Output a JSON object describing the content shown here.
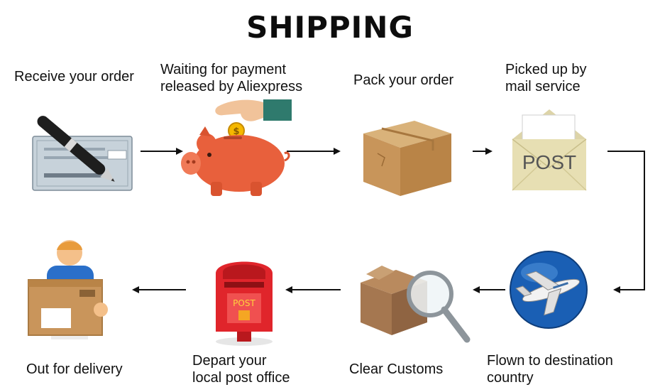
{
  "title": "SHIPPING",
  "steps": [
    {
      "label_lines": [
        "Receive your order"
      ],
      "icon": "check-pen-icon"
    },
    {
      "label_lines": [
        "Waiting for payment",
        "released by Aliexpress"
      ],
      "icon": "piggy-bank-icon"
    },
    {
      "label_lines": [
        "Pack your order"
      ],
      "icon": "cardboard-box-icon"
    },
    {
      "label_lines": [
        "Picked up by",
        "mail service"
      ],
      "icon": "post-envelope-icon",
      "icon_text": "POST"
    },
    {
      "label_lines": [
        "Flown to destination",
        "country"
      ],
      "icon": "airplane-icon"
    },
    {
      "label_lines": [
        "Clear Customs"
      ],
      "icon": "magnifier-box-icon"
    },
    {
      "label_lines": [
        "Depart your",
        "local post office"
      ],
      "icon": "mailbox-icon",
      "icon_text": "POST"
    },
    {
      "label_lines": [
        "Out for delivery"
      ],
      "icon": "delivery-man-icon"
    }
  ],
  "colors": {
    "arrow": "#111111",
    "piggy": "#e8603c",
    "box": "#c99a5b",
    "mailbox": "#e0252b",
    "globe": "#1a5fb4"
  }
}
